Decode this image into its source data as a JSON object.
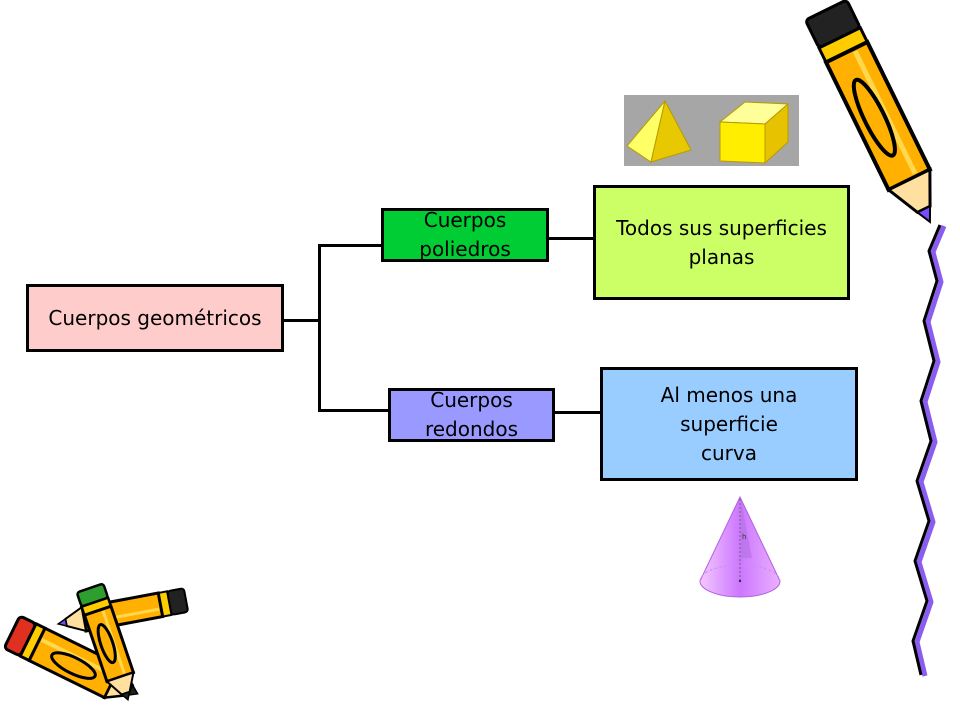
{
  "diagram": {
    "root": {
      "lines": [
        "Cuerpos geométricos"
      ]
    },
    "branches": [
      {
        "category": {
          "lines": [
            "Cuerpos",
            "poliedros"
          ]
        },
        "description": {
          "lines": [
            "Todos sus superficies",
            "planas"
          ]
        }
      },
      {
        "category": {
          "lines": [
            "Cuerpos",
            "redondos"
          ]
        },
        "description": {
          "lines": [
            "Al menos una",
            "superficie",
            "curva"
          ]
        }
      }
    ]
  },
  "colors": {
    "root_fill": "#FFCCCC",
    "polyhedra_fill": "#00CC33",
    "polyhedra_desc_fill": "#CCFF66",
    "round_fill": "#9999FF",
    "round_desc_fill": "#99CCFF",
    "border": "#000000",
    "image_background": "#A6A6A6",
    "shape_yellow": "#FFEE00",
    "cone_violet": "#CC77FF"
  },
  "icons": {
    "top_right": "pencil-icon",
    "bottom_left": "pencils-icon",
    "right_edge": "squiggle-decoration",
    "polyhedra_image": "pyramid-cube-image",
    "round_image": "cone-image"
  },
  "cone_label": "h"
}
